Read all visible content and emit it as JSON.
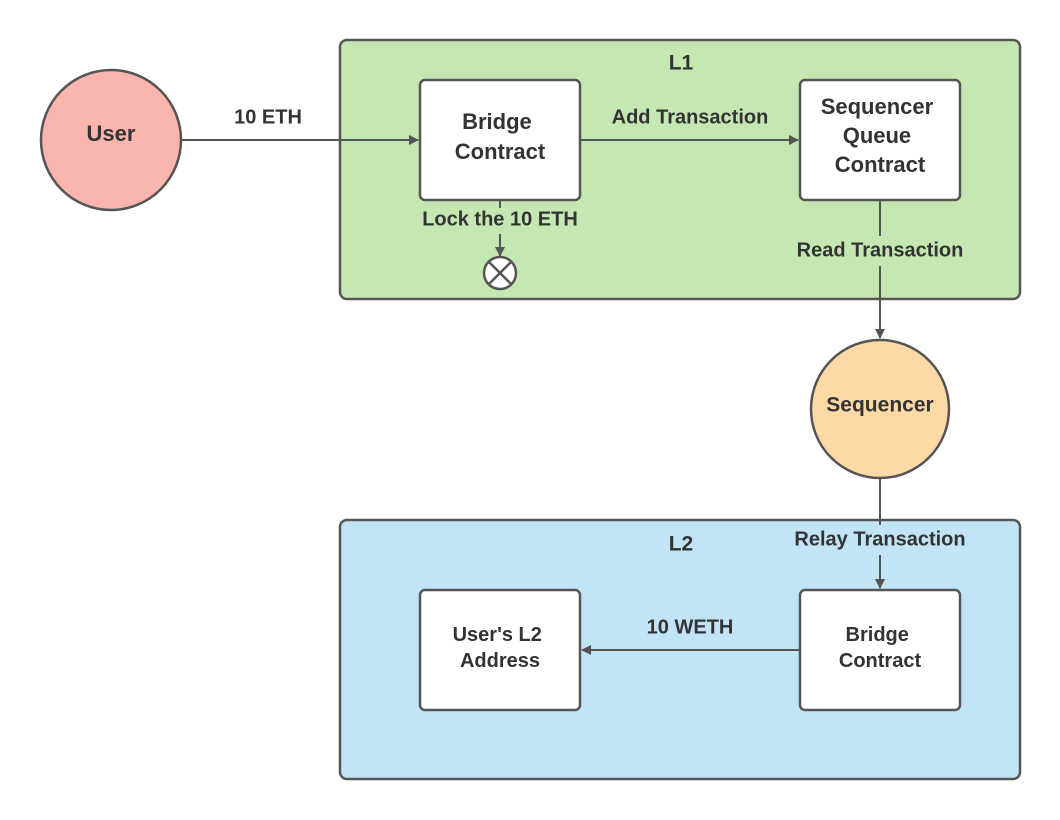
{
  "regions": {
    "l1": {
      "label": "L1"
    },
    "l2": {
      "label": "L2"
    }
  },
  "nodes": {
    "user": {
      "label": "User"
    },
    "sequencer": {
      "label": "Sequencer"
    },
    "l1_bridge": {
      "line1": "Bridge",
      "line2": "Contract"
    },
    "sequencer_queue": {
      "line1": "Sequencer",
      "line2": "Queue",
      "line3": "Contract"
    },
    "l2_bridge": {
      "line1": "Bridge",
      "line2": "Contract"
    },
    "user_l2_address": {
      "line1": "User's L2",
      "line2": "Address"
    }
  },
  "edges": {
    "user_to_bridge": {
      "label": "10 ETH"
    },
    "bridge_to_queue": {
      "label": "Add Transaction"
    },
    "lock": {
      "label": "Lock the 10 ETH"
    },
    "queue_to_sequencer": {
      "label": "Read Transaction"
    },
    "sequencer_to_l2_bridge": {
      "label": "Relay Transaction"
    },
    "l2_bridge_to_address": {
      "label": "10 WETH"
    }
  },
  "colors": {
    "l1_fill": "#c5e8b2",
    "l2_fill": "#c1e4f7",
    "user_fill": "#fab5ae",
    "sequencer_fill": "#fcd9a5",
    "node_fill": "#ffffff",
    "stroke": "#555555",
    "text": "#333333"
  }
}
